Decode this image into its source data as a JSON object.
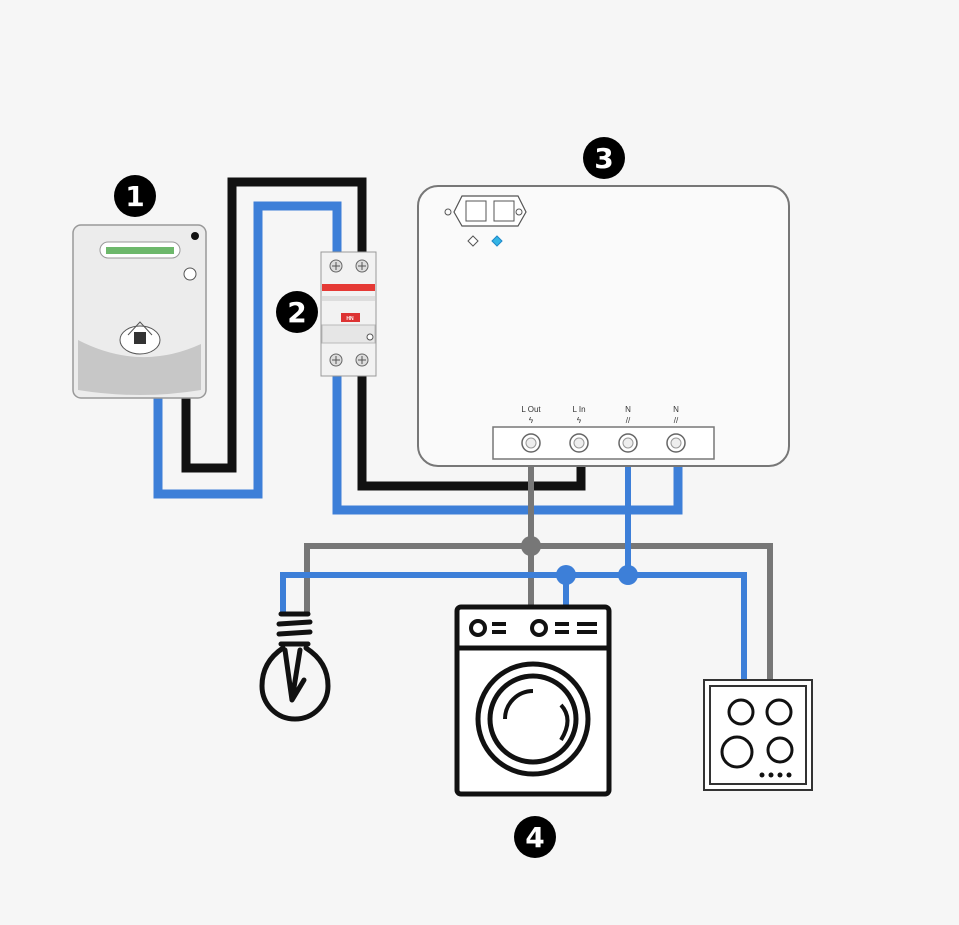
{
  "callouts": {
    "meter": "1",
    "breaker": "2",
    "controller": "3",
    "appliances": "4"
  },
  "controller": {
    "terminals": [
      {
        "label": "L Out",
        "symbol": "ϟ"
      },
      {
        "label": "L In",
        "symbol": "ϟ"
      },
      {
        "label": "N",
        "symbol": "//"
      },
      {
        "label": "N",
        "symbol": "//"
      }
    ]
  },
  "breaker": {
    "brand": "HN"
  },
  "wire_colors": {
    "live": "#111111",
    "neutral": "#3d7fd8",
    "load_live": "#777777"
  },
  "icons": {
    "meter": "electricity-meter-icon",
    "breaker": "circuit-breaker-icon",
    "controller": "smart-controller-box",
    "bulb": "light-bulb-icon",
    "washer": "washing-machine-icon",
    "hob": "cooktop-icon"
  }
}
